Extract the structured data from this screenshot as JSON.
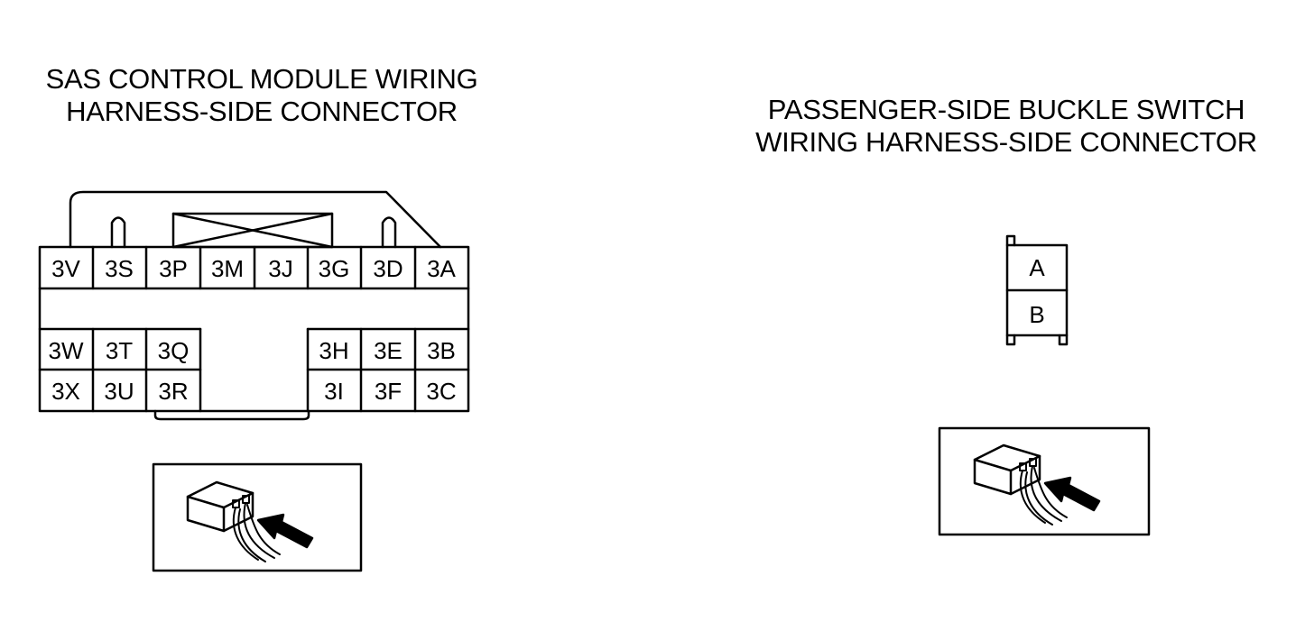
{
  "left_connector": {
    "title_line1": "SAS CONTROL MODULE WIRING",
    "title_line2": "HARNESS-SIDE CONNECTOR",
    "top_row": [
      "3V",
      "3S",
      "3P",
      "3M",
      "3J",
      "3G",
      "3D",
      "3A"
    ],
    "middle_left": [
      "3W",
      "3T",
      "3Q"
    ],
    "middle_right": [
      "3H",
      "3E",
      "3B"
    ],
    "bottom_left": [
      "3X",
      "3U",
      "3R"
    ],
    "bottom_right": [
      "3I",
      "3F",
      "3C"
    ]
  },
  "right_connector": {
    "title_line1": "PASSENGER-SIDE BUCKLE SWITCH",
    "title_line2": "WIRING HARNESS-SIDE CONNECTOR",
    "pins": [
      "A",
      "B"
    ]
  },
  "colors": {
    "line": "#000000",
    "background": "#ffffff"
  }
}
